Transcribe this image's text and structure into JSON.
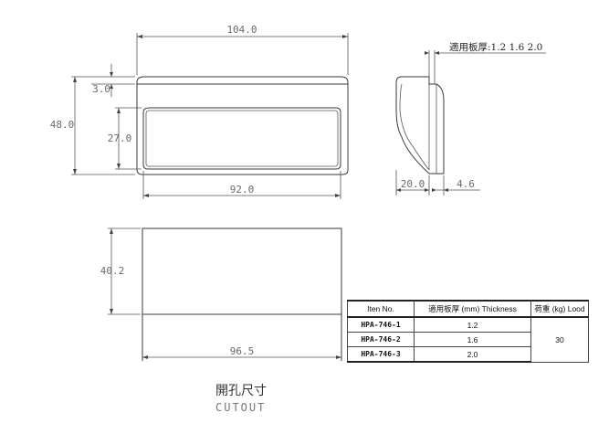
{
  "front_view": {
    "width_dim": "104.0",
    "height_dim": "48.0",
    "lip_dim": "3.0",
    "recess_height_dim": "27.0",
    "recess_width_dim": "92.0"
  },
  "side_view": {
    "depth_dim": "20.0",
    "lip_depth_dim": "4.6",
    "thickness_note": "適用板厚:1.2  1.6  2.0"
  },
  "cutout": {
    "height_dim": "40.2",
    "width_dim": "96.5",
    "label_cn": "開孔尺寸",
    "label_en": "CUTOUT"
  },
  "spec_table": {
    "headers": [
      "Iten No.",
      "適用板厚 (mm) Thickness",
      "荷重 (kg) Lood"
    ],
    "rows": [
      {
        "item": "HPA-746-1",
        "thickness": "1.2"
      },
      {
        "item": "HPA-746-2",
        "thickness": "1.6"
      },
      {
        "item": "HPA-746-3",
        "thickness": "2.0"
      }
    ],
    "load": "30"
  }
}
